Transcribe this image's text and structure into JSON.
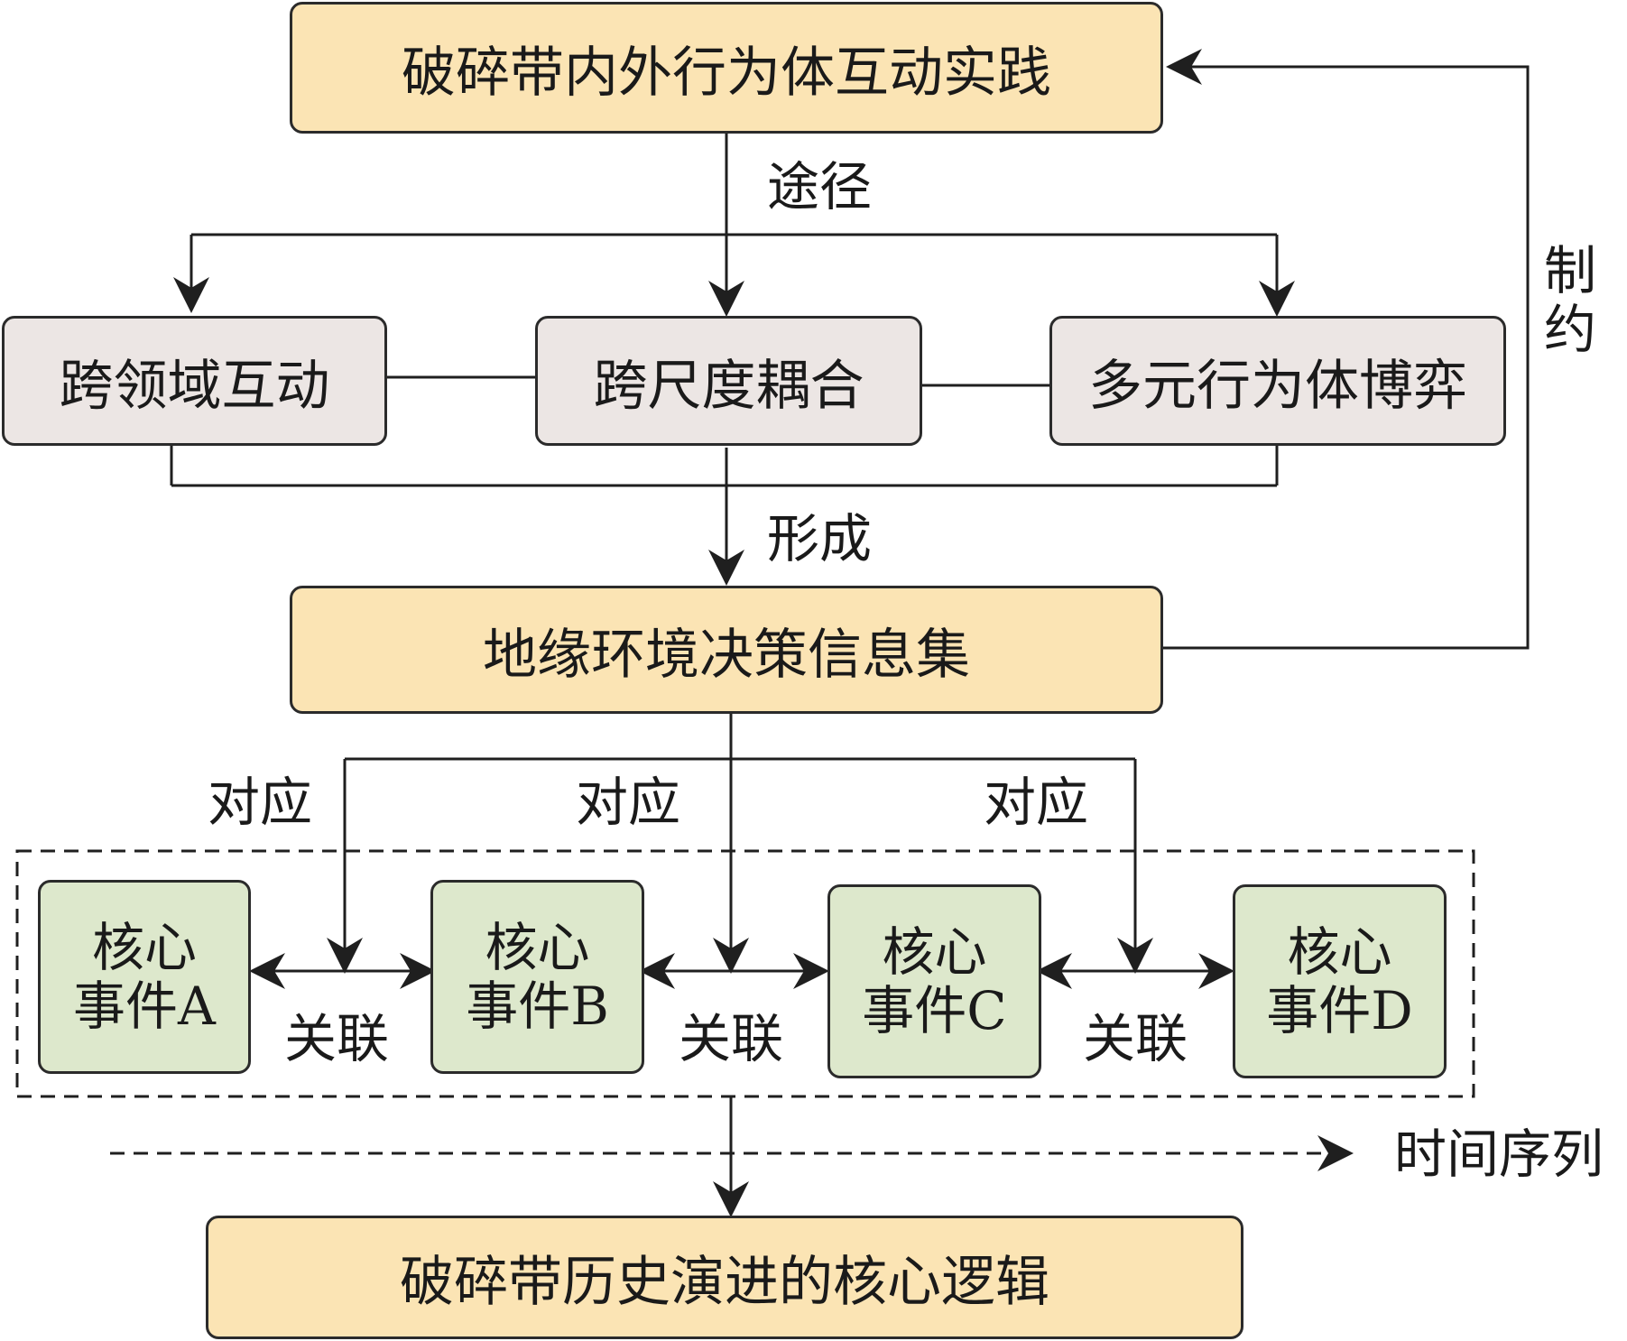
{
  "nodes": {
    "top": "破碎带内外行为体互动实践",
    "mid_left": "跨领域互动",
    "mid_center": "跨尺度耦合",
    "mid_right": "多元行为体博弈",
    "info_set": "地缘环境决策信息集",
    "bottom": "破碎带历史演进的核心逻辑",
    "events": [
      {
        "line1": "核心",
        "line2": "事件A"
      },
      {
        "line1": "核心",
        "line2": "事件B"
      },
      {
        "line1": "核心",
        "line2": "事件C"
      },
      {
        "line1": "核心",
        "line2": "事件D"
      }
    ]
  },
  "edge_labels": {
    "pathway": "途径",
    "form": "形成",
    "constrain": [
      "制",
      "约"
    ],
    "correspond": [
      "对应",
      "对应",
      "对应"
    ],
    "associate": [
      "关联",
      "关联",
      "关联"
    ],
    "time_series": "时间序列"
  },
  "colors": {
    "tan": "#fbe4b4",
    "gray": "#ece6e4",
    "green": "#dde8cc",
    "line": "#1f1f1f"
  }
}
